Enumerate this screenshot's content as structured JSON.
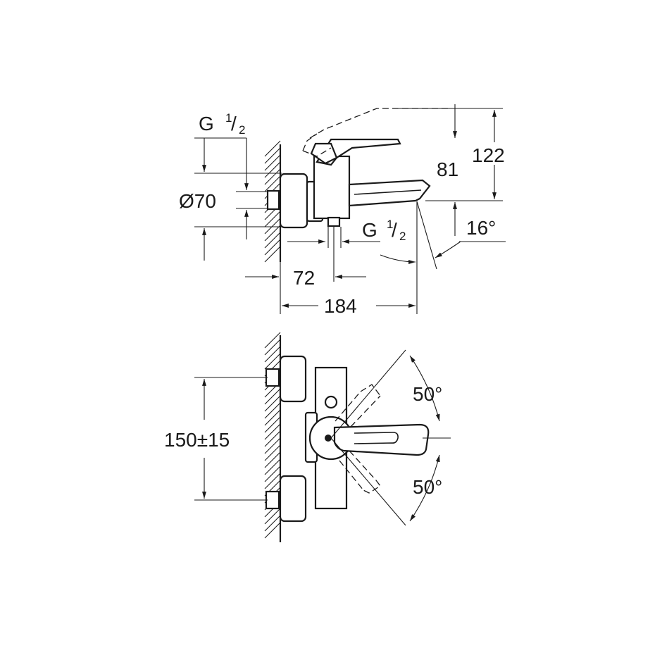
{
  "side_view": {
    "inlet_thread_top": {
      "base": "G",
      "num": "1",
      "den": "2"
    },
    "diameter_label": "Ø70",
    "outlet_thread": {
      "base": "G",
      "num": "1",
      "den": "2"
    },
    "dim_72": "72",
    "dim_184": "184",
    "dim_81": "81",
    "dim_122": "122",
    "angle_spout": "16°"
  },
  "front_view": {
    "center_distance": "150±15",
    "lever_angle_up": "50°",
    "lever_angle_down": "50°"
  }
}
